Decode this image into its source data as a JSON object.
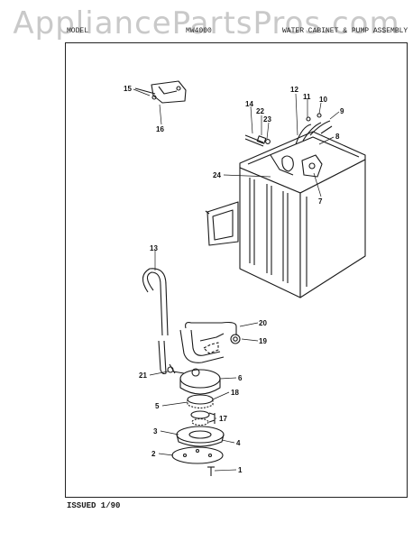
{
  "watermark": "AppliancePartsPros.com",
  "header": {
    "left": "MODEL",
    "middle": "MW4000",
    "right": "WATER CABINET & PUMP ASSEMBLY"
  },
  "footer": "ISSUED 1/90",
  "callouts": {
    "c1": "1",
    "c2": "2",
    "c3": "3",
    "c4": "4",
    "c5": "5",
    "c6": "6",
    "c7": "7",
    "c8": "8",
    "c9": "9",
    "c10": "10",
    "c11": "11",
    "c12": "12",
    "c13": "13",
    "c14": "14",
    "c15": "15",
    "c16": "16",
    "c17": "17",
    "c18": "18",
    "c19": "19",
    "c20": "20",
    "c21": "21",
    "c22": "22",
    "c23": "23",
    "c24": "24"
  }
}
